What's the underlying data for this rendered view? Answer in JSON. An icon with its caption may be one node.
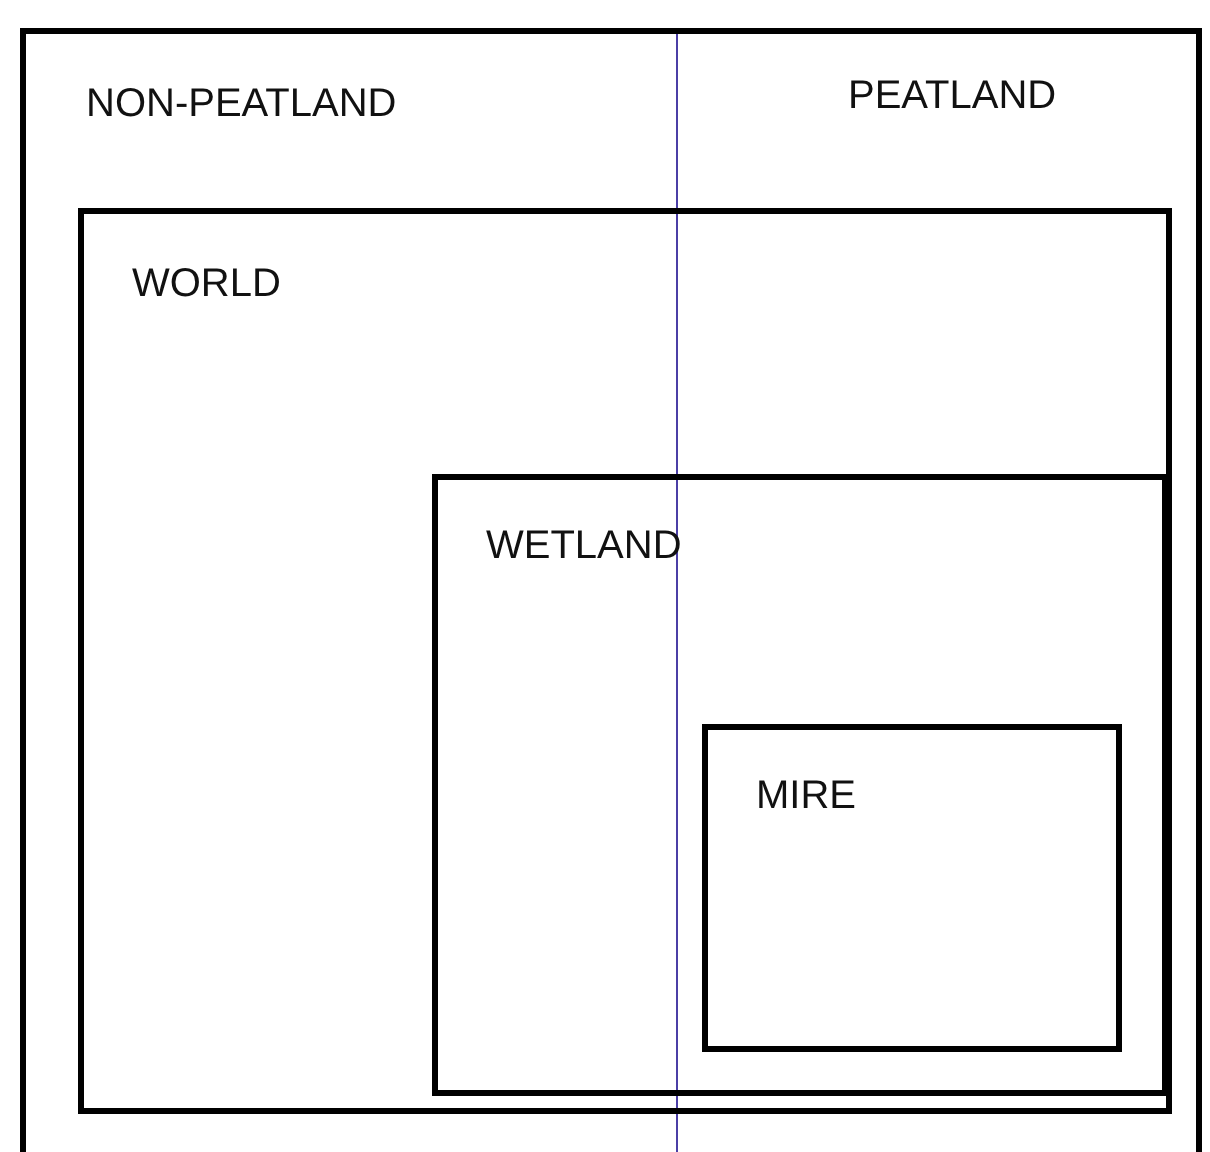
{
  "diagram": {
    "nodes": [
      {
        "text": [
          "NON-PEATLAND",
          "PEATLAND"
        ]
      },
      {
        "text": [
          "WORLD"
        ],
        "in": 0
      },
      {
        "text": [
          "WETLAND"
        ],
        "in": 1
      },
      {
        "text": [
          "MIRE"
        ],
        "in": 2
      }
    ],
    "edges": []
  }
}
